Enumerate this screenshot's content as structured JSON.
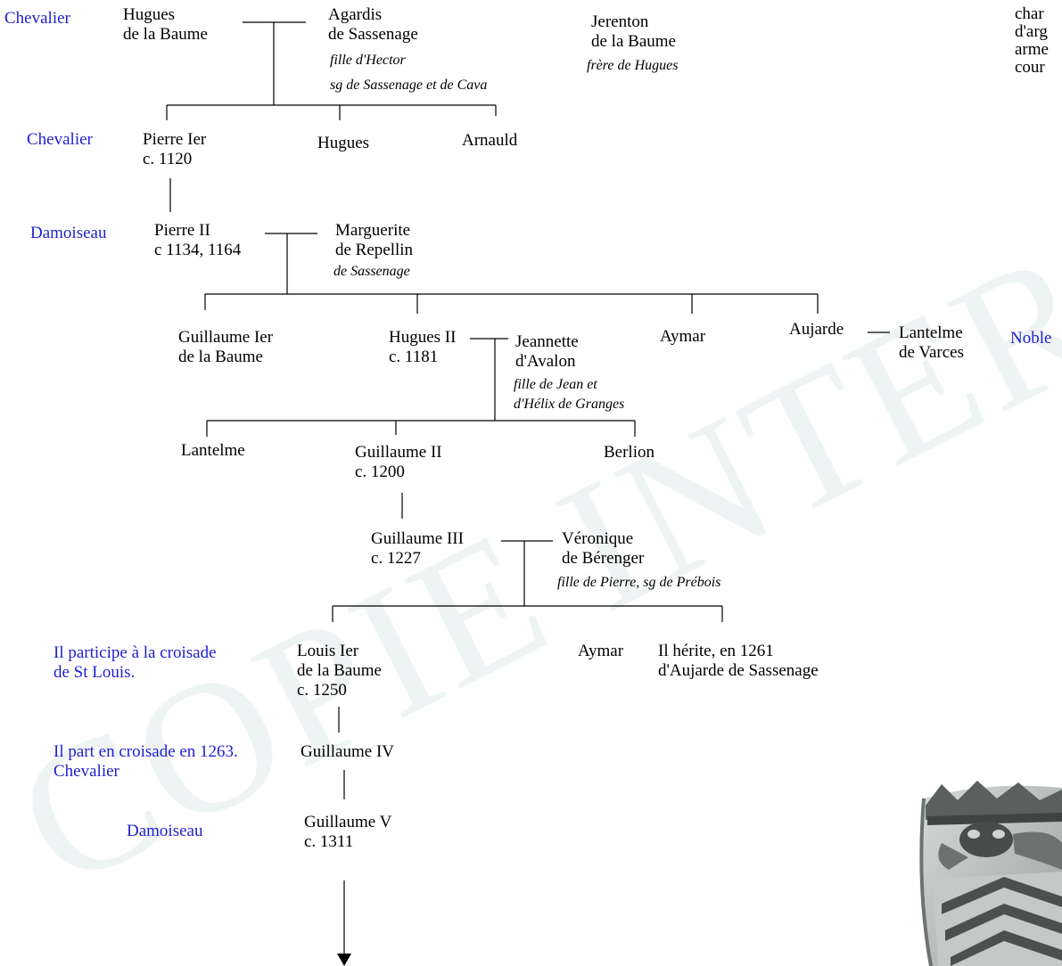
{
  "watermark": "COPIE INTERDITE",
  "side_notes": {
    "gen1": "Chevalier",
    "gen2": "Chevalier",
    "gen3": "Damoiseau",
    "gen7_line1": "Il participe à la croisade",
    "gen7_line2": "de St Louis.",
    "gen8_line1": "Il part en croisade en 1263.",
    "gen8_line2": "Chevalier",
    "gen9": "Damoiseau",
    "noble": "Noble"
  },
  "top_right_text": [
    "char",
    "d'arg",
    "arme",
    "cour"
  ],
  "persons": {
    "hugues_1": [
      "Hugues",
      "de la Baume"
    ],
    "agardis": [
      "Agardis",
      "de Sassenage"
    ],
    "agardis_note": [
      "fille d'Hector",
      "sg de Sassenage et de Cava"
    ],
    "jerenton": [
      "Jerenton",
      "de la Baume"
    ],
    "jerenton_note": "frère de Hugues",
    "pierre_1": [
      "Pierre Ier",
      "c. 1120"
    ],
    "hugues_sib": "Hugues",
    "arnauld": "Arnauld",
    "pierre_2": [
      "Pierre II",
      "c 1134, 1164"
    ],
    "marguerite": [
      "Marguerite",
      "de Repellin"
    ],
    "marguerite_note": "de Sassenage",
    "guillaume_1": [
      "Guillaume Ier",
      "de la Baume"
    ],
    "hugues_2": [
      "Hugues II",
      "c. 1181"
    ],
    "jeannette": [
      "Jeannette",
      "d'Avalon"
    ],
    "jeannette_note": [
      "fille de Jean et",
      "d'Hélix de Granges"
    ],
    "aymar_1": "Aymar",
    "aujarde": "Aujarde",
    "lantelme_varces": [
      "Lantelme",
      "de Varces"
    ],
    "lantelme": "Lantelme",
    "guillaume_2": [
      "Guillaume II",
      "c. 1200"
    ],
    "berlion": "Berlion",
    "guillaume_3": [
      "Guillaume III",
      "c. 1227"
    ],
    "veronique": [
      "Véronique",
      "de Bérenger"
    ],
    "veronique_note": "fille de Pierre, sg de Prébois",
    "louis_1": [
      "Louis Ier",
      "de la Baume",
      "c. 1250"
    ],
    "aymar_2": "Aymar",
    "heir": [
      "Il hérite, en 1261",
      "d'Aujarde de Sassenage"
    ],
    "guillaume_4": "Guillaume IV",
    "guillaume_5": [
      "Guillaume V",
      "c. 1311"
    ]
  }
}
